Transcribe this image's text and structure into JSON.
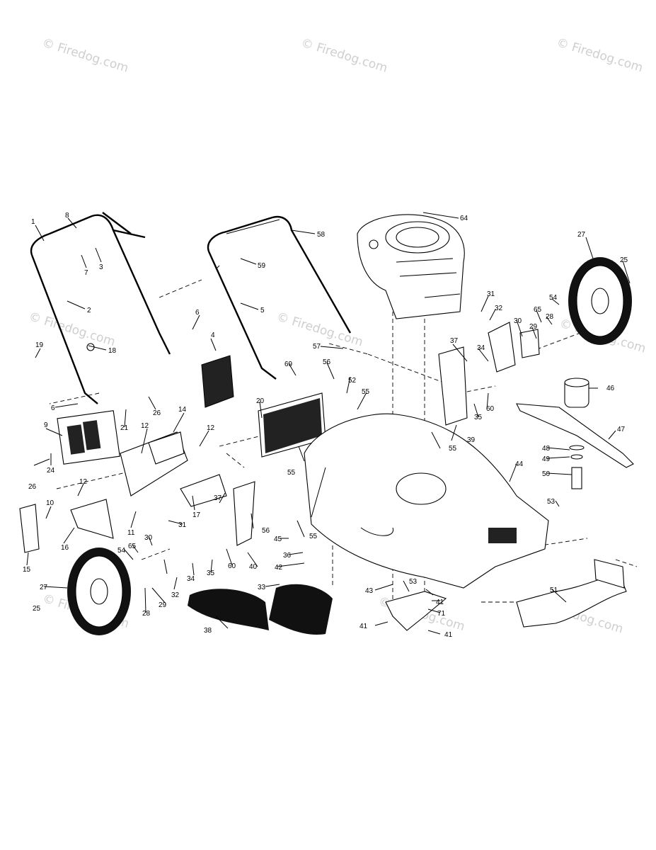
{
  "watermark": "© Firedog.com",
  "callouts": [
    {
      "id": "c1",
      "text": "1"
    },
    {
      "id": "c8",
      "text": "8"
    },
    {
      "id": "c7",
      "text": "7"
    },
    {
      "id": "c3",
      "text": "3"
    },
    {
      "id": "c2",
      "text": "2"
    },
    {
      "id": "c19",
      "text": "19"
    },
    {
      "id": "c18",
      "text": "18"
    },
    {
      "id": "c6a",
      "text": "6"
    },
    {
      "id": "c26a",
      "text": "26"
    },
    {
      "id": "c21",
      "text": "21"
    },
    {
      "id": "c9",
      "text": "9"
    },
    {
      "id": "c24",
      "text": "24"
    },
    {
      "id": "c26b",
      "text": "26"
    },
    {
      "id": "c6b",
      "text": "6"
    },
    {
      "id": "c4",
      "text": "4"
    },
    {
      "id": "c14",
      "text": "14"
    },
    {
      "id": "c12a",
      "text": "12"
    },
    {
      "id": "c12b",
      "text": "12"
    },
    {
      "id": "c12c",
      "text": "12"
    },
    {
      "id": "c10",
      "text": "10"
    },
    {
      "id": "c11",
      "text": "11"
    },
    {
      "id": "c16",
      "text": "16"
    },
    {
      "id": "c15",
      "text": "15"
    },
    {
      "id": "c17",
      "text": "17"
    },
    {
      "id": "c58",
      "text": "58"
    },
    {
      "id": "c59",
      "text": "59"
    },
    {
      "id": "c5",
      "text": "5"
    },
    {
      "id": "c57",
      "text": "57"
    },
    {
      "id": "c69",
      "text": "69"
    },
    {
      "id": "c56a",
      "text": "56"
    },
    {
      "id": "c52",
      "text": "52"
    },
    {
      "id": "c55a",
      "text": "55"
    },
    {
      "id": "c20",
      "text": "20"
    },
    {
      "id": "c55b",
      "text": "55"
    },
    {
      "id": "c64",
      "text": "64"
    },
    {
      "id": "c31a",
      "text": "31"
    },
    {
      "id": "c32a",
      "text": "32"
    },
    {
      "id": "c30a",
      "text": "30"
    },
    {
      "id": "c65a",
      "text": "65"
    },
    {
      "id": "c54a",
      "text": "54"
    },
    {
      "id": "c29a",
      "text": "29"
    },
    {
      "id": "c28a",
      "text": "28"
    },
    {
      "id": "c27a",
      "text": "27"
    },
    {
      "id": "c25",
      "text": "25"
    },
    {
      "id": "c37a",
      "text": "37"
    },
    {
      "id": "c34a",
      "text": "34"
    },
    {
      "id": "c60a",
      "text": "60"
    },
    {
      "id": "c35a",
      "text": "35"
    },
    {
      "id": "c39",
      "text": "39"
    },
    {
      "id": "c55c",
      "text": "55"
    },
    {
      "id": "c46",
      "text": "46"
    },
    {
      "id": "c47",
      "text": "47"
    },
    {
      "id": "c48",
      "text": "48"
    },
    {
      "id": "c49",
      "text": "49"
    },
    {
      "id": "c50",
      "text": "50"
    },
    {
      "id": "c44",
      "text": "44"
    },
    {
      "id": "c53a",
      "text": "53"
    },
    {
      "id": "c37b",
      "text": "37"
    },
    {
      "id": "c31b",
      "text": "31"
    },
    {
      "id": "c56b",
      "text": "56"
    },
    {
      "id": "c40",
      "text": "40"
    },
    {
      "id": "c45",
      "text": "45"
    },
    {
      "id": "c55d",
      "text": "55"
    },
    {
      "id": "c36",
      "text": "36"
    },
    {
      "id": "c42",
      "text": "42"
    },
    {
      "id": "c30b",
      "text": "30"
    },
    {
      "id": "c54b",
      "text": "54"
    },
    {
      "id": "c65b",
      "text": "65"
    },
    {
      "id": "c34b",
      "text": "34"
    },
    {
      "id": "c35b",
      "text": "35"
    },
    {
      "id": "c60b",
      "text": "60"
    },
    {
      "id": "c32b",
      "text": "32"
    },
    {
      "id": "c29b",
      "text": "29"
    },
    {
      "id": "c28b",
      "text": "28"
    },
    {
      "id": "c27b",
      "text": "27"
    },
    {
      "id": "c25b",
      "text": "25"
    },
    {
      "id": "c33",
      "text": "33"
    },
    {
      "id": "c38",
      "text": "38"
    },
    {
      "id": "c43",
      "text": "43"
    },
    {
      "id": "c53b",
      "text": "53"
    },
    {
      "id": "c41a",
      "text": "41"
    },
    {
      "id": "c71",
      "text": "71"
    },
    {
      "id": "c41b",
      "text": "41"
    },
    {
      "id": "c41c",
      "text": "41"
    },
    {
      "id": "c51",
      "text": "51"
    }
  ]
}
